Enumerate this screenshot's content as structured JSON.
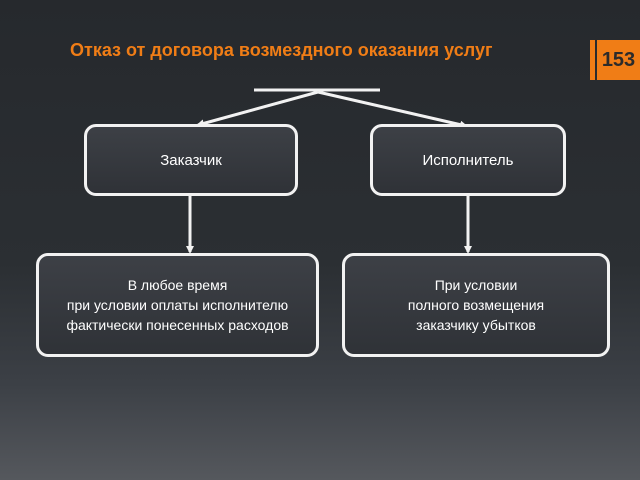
{
  "title": "Отказ от договора возмездного оказания услуг",
  "slide_number": "153",
  "nodes": {
    "customer": "Заказчик",
    "contractor": "Исполнитель"
  },
  "conditions": {
    "customer": [
      "В любое время",
      "при условии оплаты исполнителю",
      "фактически понесенных расходов"
    ],
    "contractor": [
      "При условии",
      "полного возмещения",
      "заказчику убытков"
    ]
  },
  "colors": {
    "accent": "#f07d16",
    "box_border": "#f2f2f2",
    "box_fill": "#34373c",
    "background": "#2b2f33"
  }
}
